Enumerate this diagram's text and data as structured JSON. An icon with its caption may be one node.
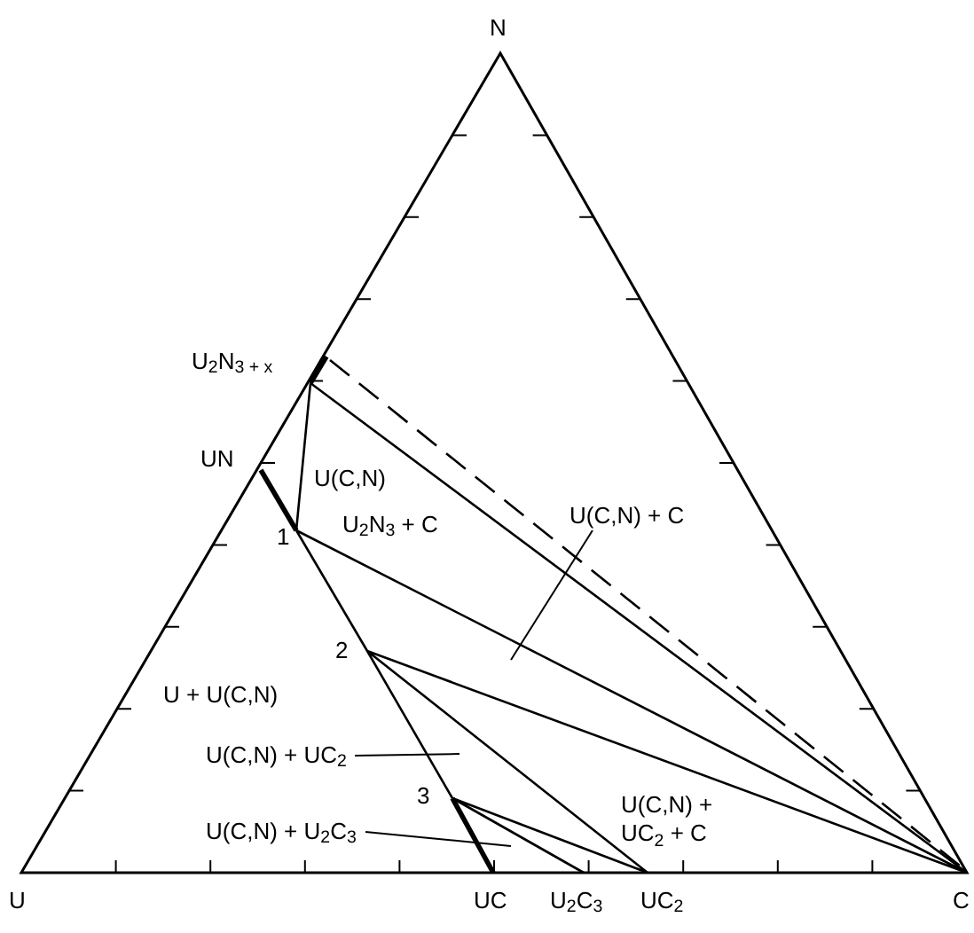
{
  "diagram": {
    "nodes": [
      {
        "text": [
          "U(C,N) + C"
        ]
      },
      {
        "text": [
          "U(C,N) + UC$_{2}$"
        ]
      },
      {
        "text": [
          "U(C,N) + U$_{2}$C$_{3}$"
        ]
      }
    ],
    "edges": [
      {
        "from": 0,
        "to": null,
        "arrow": "none"
      },
      {
        "from": 1,
        "to": null,
        "arrow": "none"
      },
      {
        "from": 2,
        "to": null,
        "arrow": "none"
      }
    ],
    "labels": [
      "N",
      "U$_{2}$N$_{3 + x}$",
      "UN",
      "U(C,N)",
      "U$_{2}$N$_{3}$ + C",
      "1",
      "2",
      "U + U(C,N)",
      "3",
      "U(C,N) + UC$_{2}$ + C",
      "U",
      "UC",
      "U$_{2}$C$_{3}$",
      "UC$_{2}$",
      "C"
    ]
  }
}
